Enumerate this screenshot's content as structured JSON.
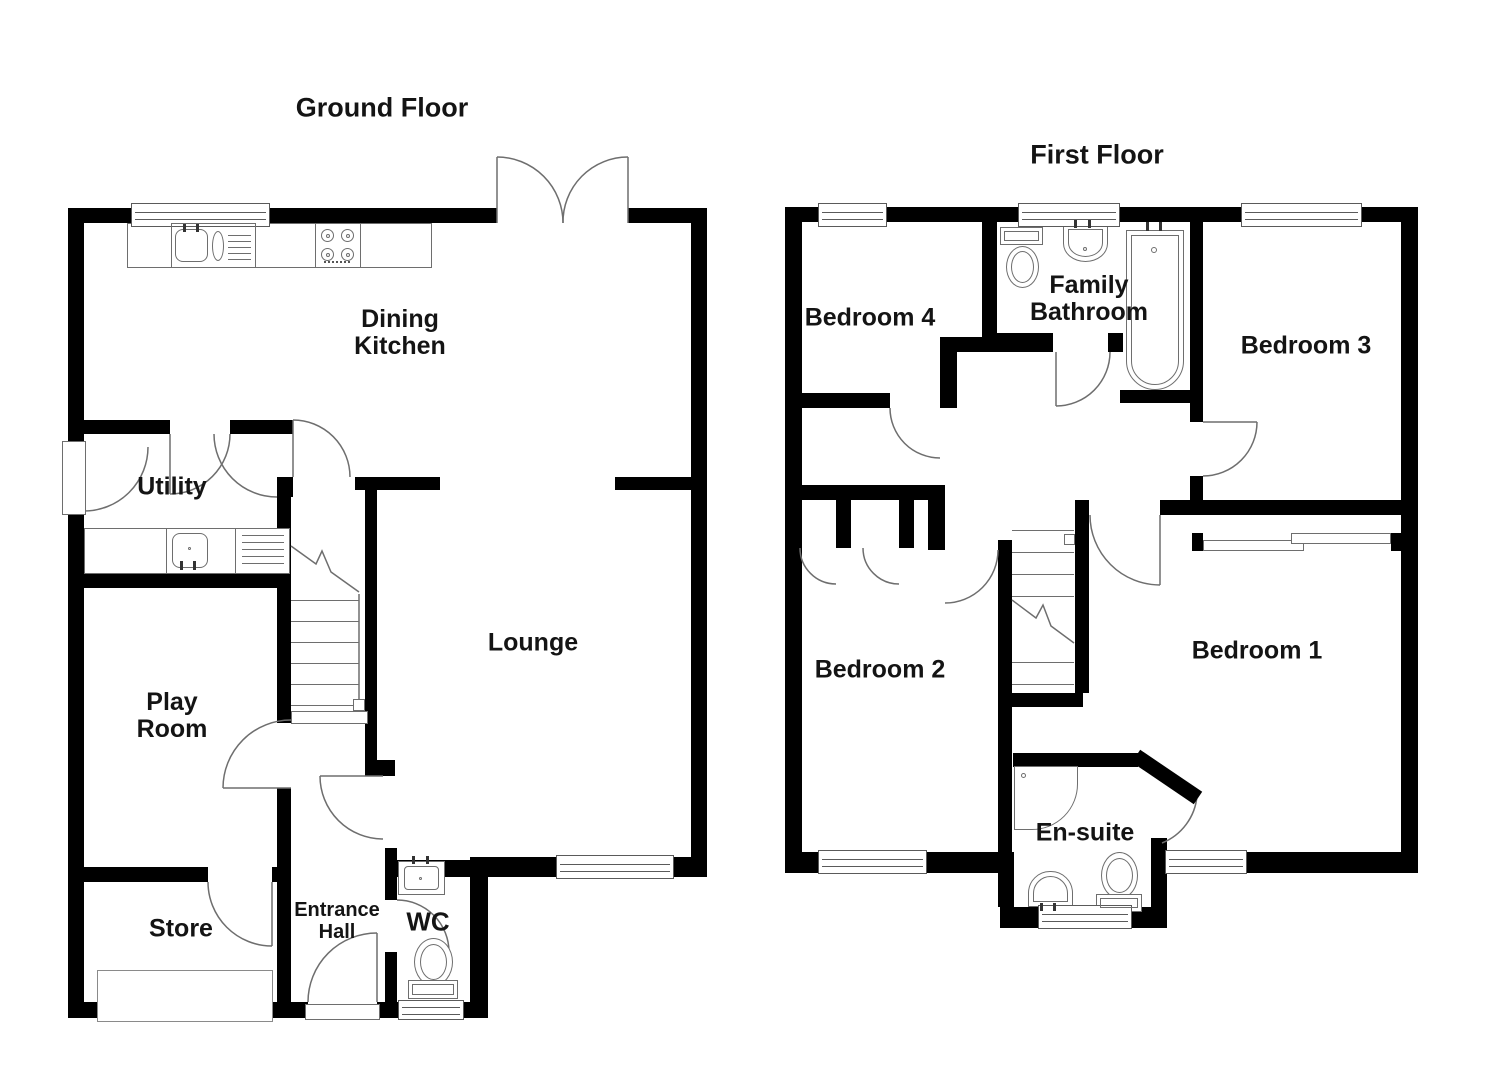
{
  "ground": {
    "title": "Ground Floor",
    "rooms": {
      "dining_kitchen": {
        "l1": "Dining",
        "l2": "Kitchen"
      },
      "utility": {
        "l1": "Utility"
      },
      "lounge": {
        "l1": "Lounge"
      },
      "play_room": {
        "l1": "Play",
        "l2": "Room"
      },
      "store": {
        "l1": "Store"
      },
      "entrance_hall": {
        "l1": "Entrance",
        "l2": "Hall"
      },
      "wc": {
        "l1": "WC"
      }
    }
  },
  "first": {
    "title": "First Floor",
    "rooms": {
      "bedroom4": {
        "l1": "Bedroom 4"
      },
      "family_bathroom": {
        "l1": "Family",
        "l2": "Bathroom"
      },
      "bedroom3": {
        "l1": "Bedroom 3"
      },
      "bedroom2": {
        "l1": "Bedroom 2"
      },
      "bedroom1": {
        "l1": "Bedroom 1"
      },
      "ensuite": {
        "l1": "En-suite"
      }
    }
  },
  "colors": {
    "wall": "#000000",
    "thin_line": "#6e6e6e",
    "text": "#141414",
    "background": "#ffffff"
  }
}
